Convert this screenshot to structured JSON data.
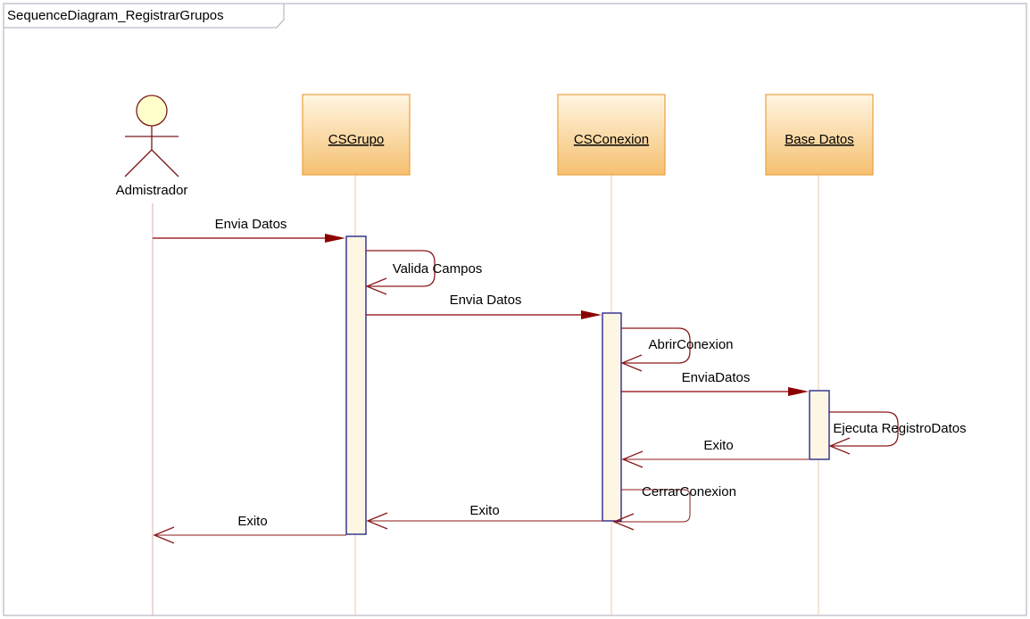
{
  "diagram": {
    "title": "SequenceDiagram_RegistrarGrupos",
    "actor": {
      "name": "Admistrador",
      "icon": "stick-figure-actor-icon"
    },
    "participants": [
      {
        "id": "csgrupo",
        "name": "CSGrupo"
      },
      {
        "id": "csconexion",
        "name": "CSConexion"
      },
      {
        "id": "basedatos",
        "name": "Base Datos"
      }
    ],
    "messages": [
      {
        "id": "m1",
        "from": "Admistrador",
        "to": "CSGrupo",
        "label": "Envia Datos",
        "kind": "call"
      },
      {
        "id": "m2",
        "from": "CSGrupo",
        "to": "CSGrupo",
        "label": "Valida Campos",
        "kind": "self"
      },
      {
        "id": "m3",
        "from": "CSGrupo",
        "to": "CSConexion",
        "label": "Envia Datos",
        "kind": "call"
      },
      {
        "id": "m4",
        "from": "CSConexion",
        "to": "CSConexion",
        "label": "AbrirConexion",
        "kind": "self"
      },
      {
        "id": "m5",
        "from": "CSConexion",
        "to": "Base Datos",
        "label": "EnviaDatos",
        "kind": "call"
      },
      {
        "id": "m6",
        "from": "Base Datos",
        "to": "Base Datos",
        "label": "Ejecuta RegistroDatos",
        "kind": "self"
      },
      {
        "id": "m7",
        "from": "Base Datos",
        "to": "CSConexion",
        "label": "Exito",
        "kind": "return"
      },
      {
        "id": "m8",
        "from": "CSConexion",
        "to": "CSConexion",
        "label": "CerrarConexion",
        "kind": "self-return"
      },
      {
        "id": "m9",
        "from": "CSConexion",
        "to": "CSGrupo",
        "label": "Exito",
        "kind": "return"
      },
      {
        "id": "m10",
        "from": "CSGrupo",
        "to": "Admistrador",
        "label": "Exito",
        "kind": "return"
      }
    ],
    "colors": {
      "message_line": "#8b0000",
      "return_line": "#8b1a1a",
      "lifeline": "#f0c8a0",
      "actor_lifeline": "#dcb0b0",
      "actor_stroke": "#7a1a1a",
      "actor_head_fill": "#ffffcc",
      "box_fill_top": "#fff5e0",
      "box_fill_bottom": "#f5c070",
      "box_stroke": "#e8a040",
      "activation_fill": "#fdf6e3",
      "activation_stroke": "#1a1a80",
      "frame_stroke": "#aaaab8"
    }
  }
}
